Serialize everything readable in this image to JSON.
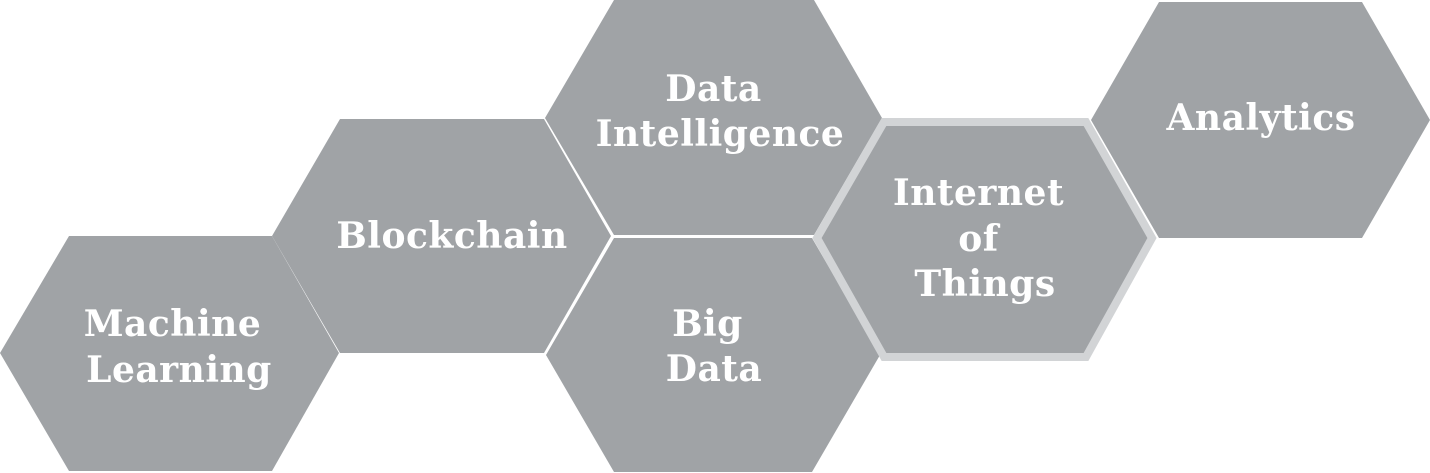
{
  "colors": {
    "hex_fill": "#a0a3a6",
    "highlight_border": "#d2d4d6",
    "label": "#ffffff",
    "background": "#ffffff"
  },
  "hexagons": [
    {
      "id": "machine-learning",
      "lines": [
        "Machine",
        "Learning"
      ],
      "highlighted": false
    },
    {
      "id": "blockchain",
      "lines": [
        "Blockchain"
      ],
      "highlighted": false
    },
    {
      "id": "data-intelligence",
      "lines": [
        "Data",
        "Intelligence"
      ],
      "highlighted": false
    },
    {
      "id": "big-data",
      "lines": [
        "Big",
        "Data"
      ],
      "highlighted": false
    },
    {
      "id": "internet-of-things",
      "lines": [
        "Internet",
        "of",
        "Things"
      ],
      "highlighted": true
    },
    {
      "id": "analytics",
      "lines": [
        "Analytics"
      ],
      "highlighted": false
    }
  ]
}
